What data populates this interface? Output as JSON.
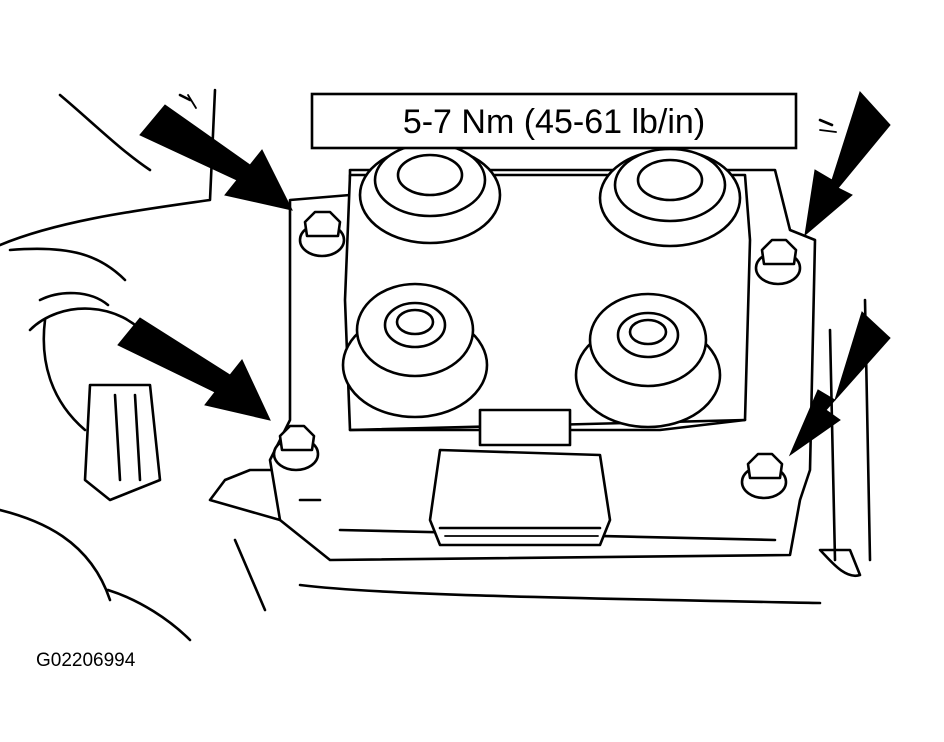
{
  "torque_label": "5-7 Nm (45-61 lb/in)",
  "figure_id": "G02206994",
  "bolt_count": 4,
  "colors": {
    "line": "#000000",
    "background": "#ffffff"
  }
}
